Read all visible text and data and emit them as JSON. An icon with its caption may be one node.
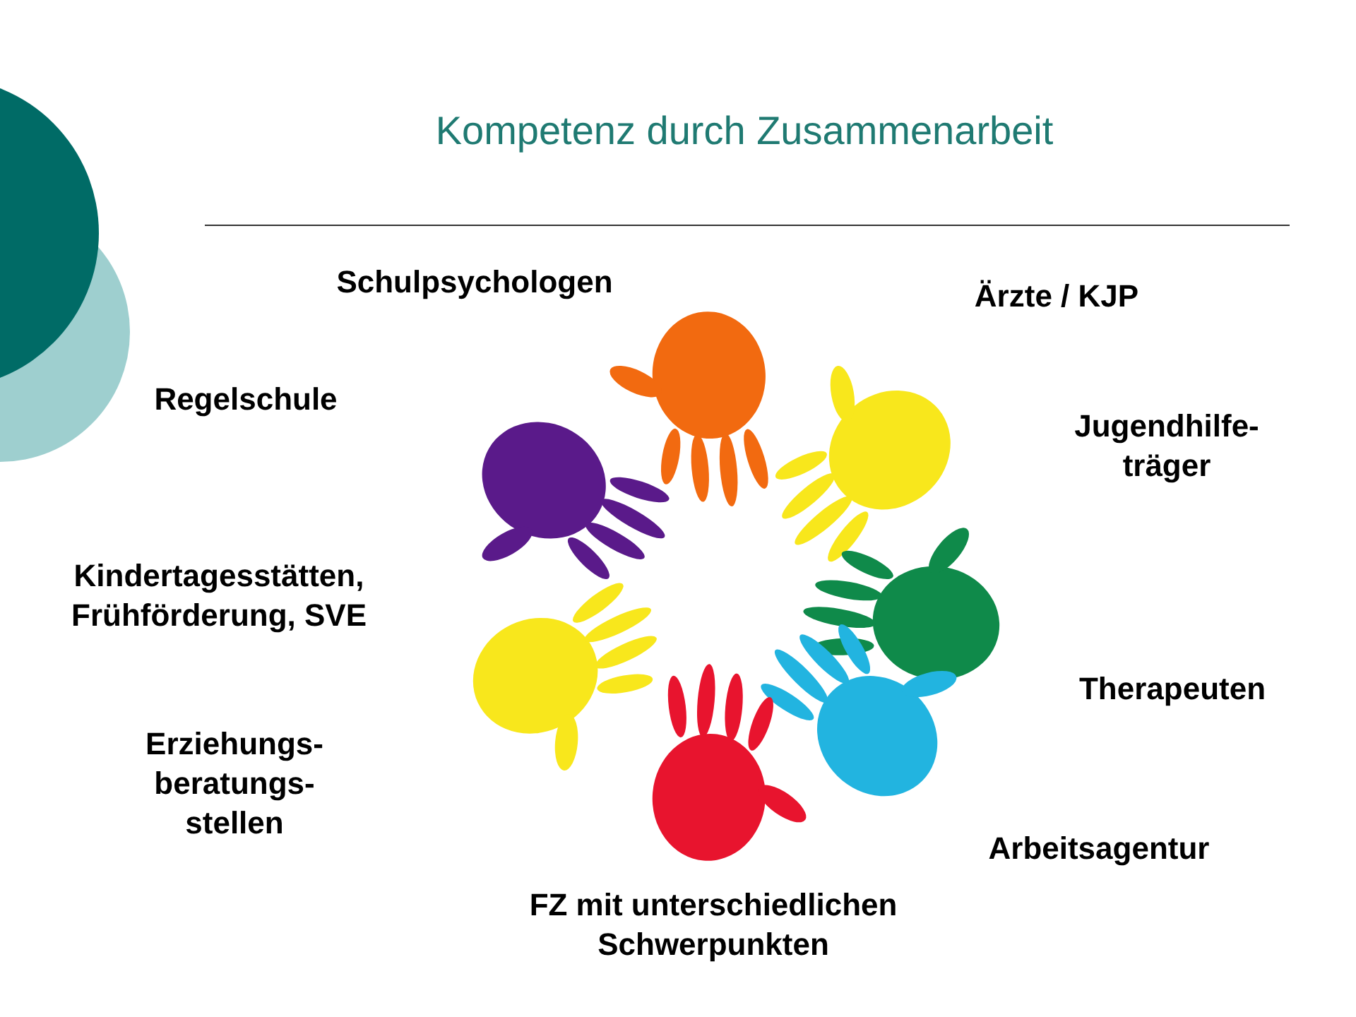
{
  "diagram": {
    "title": "Kompetenz durch Zusammenarbeit",
    "labels": [
      "Schulpsychologen",
      "Ärzte / KJP",
      "Regelschule",
      "Jugendhilfe- träger",
      "Kindertagesstätten, Frühförderung, SVE",
      "Therapeuten",
      "Erziehungs- beratungs- stellen",
      "Arbeitsagentur",
      "FZ mit unterschiedlichen Schwerpunkten"
    ]
  }
}
